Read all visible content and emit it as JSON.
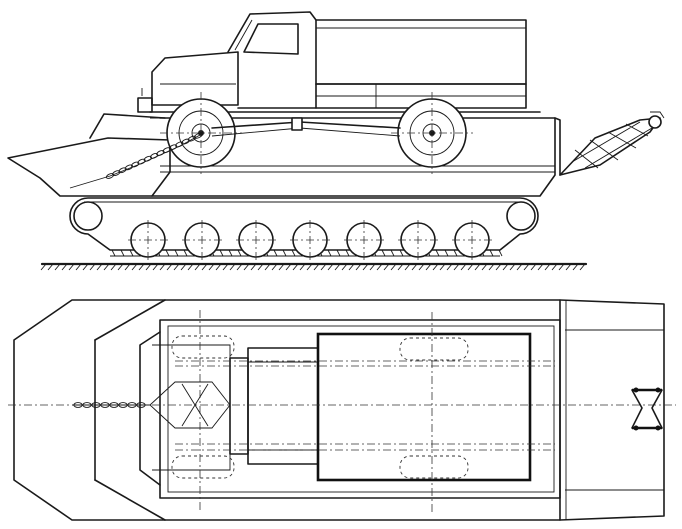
{
  "drawing": {
    "views": [
      "side-elevation",
      "top-plan"
    ],
    "stroke_color": "#1a1a1a",
    "background_color": "#ffffff",
    "road_wheel_count": 7,
    "truck_axle_count": 2
  }
}
